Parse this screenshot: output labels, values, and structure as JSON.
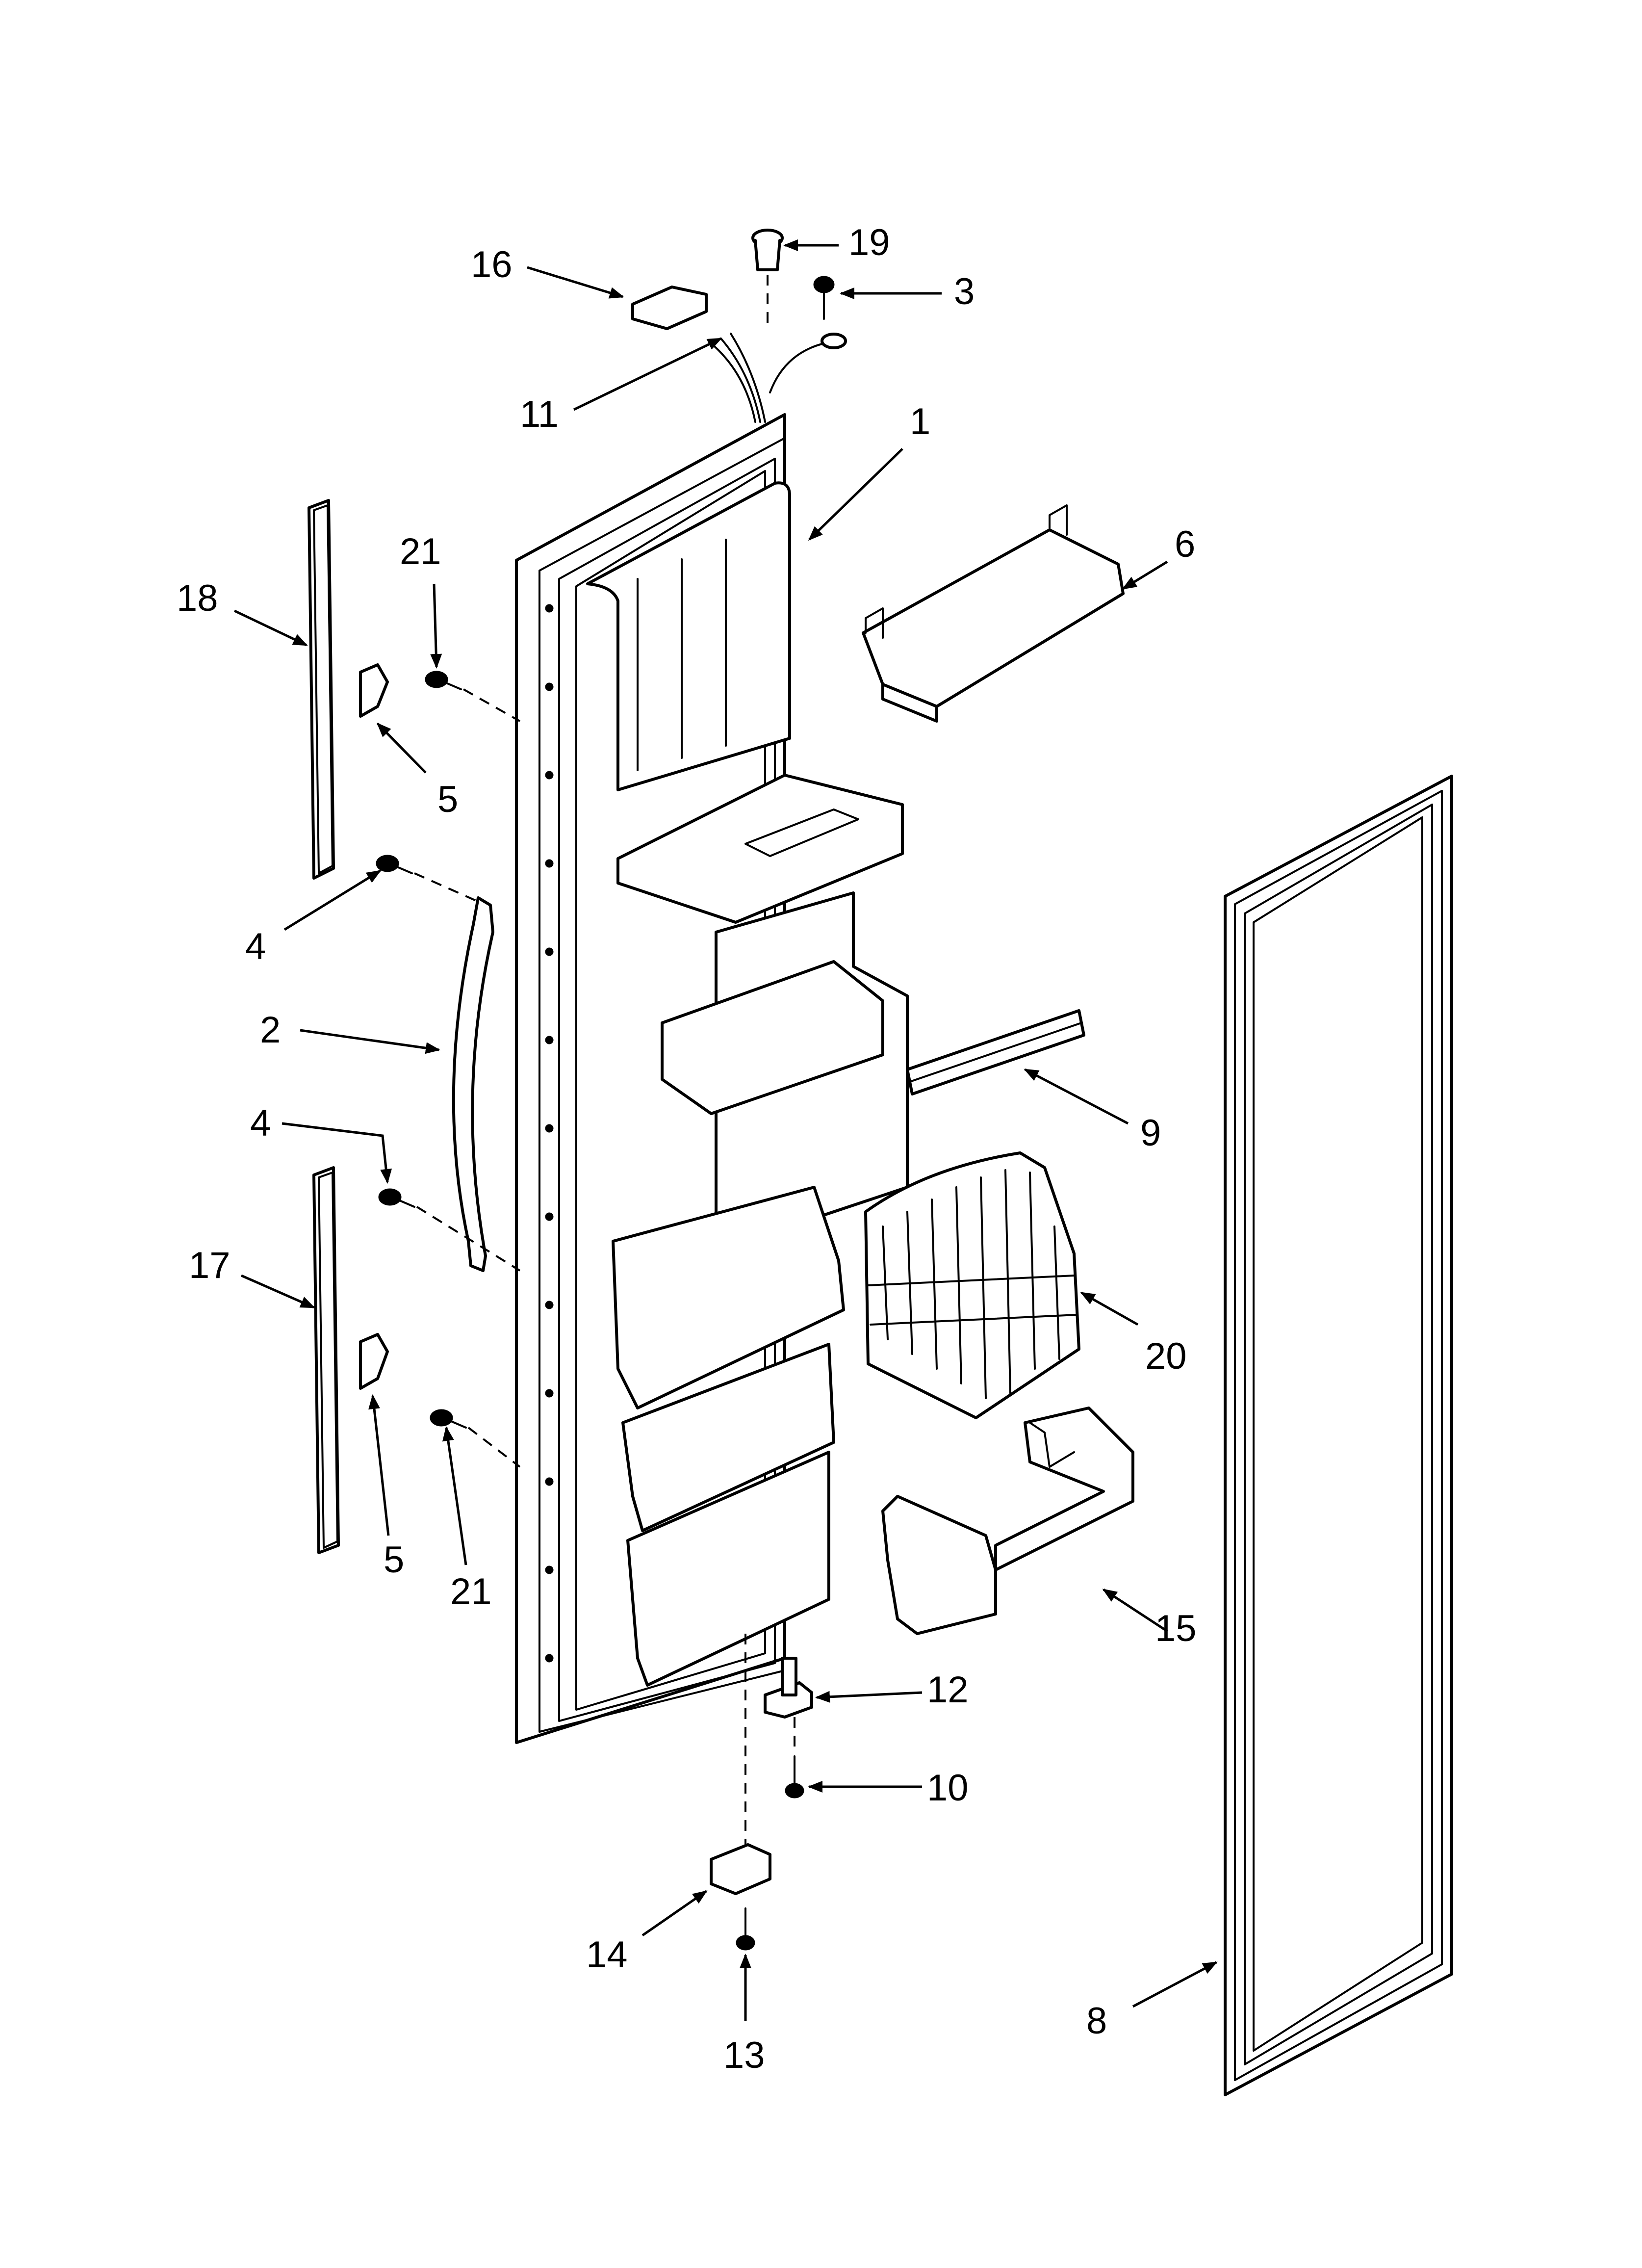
{
  "diagram": {
    "callouts": [
      {
        "id": "c16",
        "label": "16",
        "part": "connector-block"
      },
      {
        "id": "c19",
        "label": "19",
        "part": "plug-button"
      },
      {
        "id": "c3",
        "label": "3",
        "part": "ground-screw"
      },
      {
        "id": "c11",
        "label": "11",
        "part": "wire-harness"
      },
      {
        "id": "c1",
        "label": "1",
        "part": "door-liner"
      },
      {
        "id": "c6",
        "label": "6",
        "part": "door-shelf-upper"
      },
      {
        "id": "c21a",
        "label": "21",
        "part": "screw"
      },
      {
        "id": "c18",
        "label": "18",
        "part": "trim-strip-upper"
      },
      {
        "id": "c5a",
        "label": "5",
        "part": "clip"
      },
      {
        "id": "c4a",
        "label": "4",
        "part": "handle-screw"
      },
      {
        "id": "c2",
        "label": "2",
        "part": "door-handle"
      },
      {
        "id": "c4b",
        "label": "4",
        "part": "handle-screw"
      },
      {
        "id": "c17",
        "label": "17",
        "part": "trim-strip-lower"
      },
      {
        "id": "c5b",
        "label": "5",
        "part": "clip"
      },
      {
        "id": "c21b",
        "label": "21",
        "part": "screw"
      },
      {
        "id": "c9",
        "label": "9",
        "part": "shelf-rail"
      },
      {
        "id": "c20",
        "label": "20",
        "part": "wire-basket"
      },
      {
        "id": "c15",
        "label": "15",
        "part": "door-bin"
      },
      {
        "id": "c12",
        "label": "12",
        "part": "hinge-bracket"
      },
      {
        "id": "c10",
        "label": "10",
        "part": "hinge-screw"
      },
      {
        "id": "c14",
        "label": "14",
        "part": "bottom-hinge"
      },
      {
        "id": "c13",
        "label": "13",
        "part": "hinge-bolt"
      },
      {
        "id": "c8",
        "label": "8",
        "part": "door-gasket"
      }
    ]
  }
}
